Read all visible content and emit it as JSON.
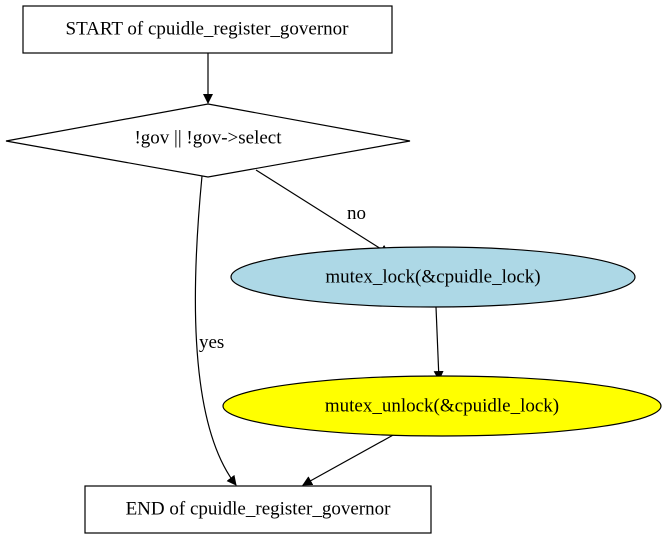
{
  "diagram": {
    "nodes": {
      "start": {
        "label": "START of cpuidle_register_governor",
        "shape": "box"
      },
      "cond": {
        "label": "!gov || !gov->select",
        "shape": "diamond"
      },
      "lock": {
        "label": "mutex_lock(&cpuidle_lock)",
        "shape": "ellipse",
        "fill": "#add8e6"
      },
      "unlock": {
        "label": "mutex_unlock(&cpuidle_lock)",
        "shape": "ellipse",
        "fill": "#ffff00"
      },
      "end": {
        "label": "END of cpuidle_register_governor",
        "shape": "box"
      }
    },
    "edges": {
      "start_to_cond": {
        "from": "start",
        "to": "cond",
        "label": ""
      },
      "cond_to_lock": {
        "from": "cond",
        "to": "lock",
        "label": "no"
      },
      "cond_to_end": {
        "from": "cond",
        "to": "end",
        "label": "yes"
      },
      "lock_to_unlock": {
        "from": "lock",
        "to": "unlock",
        "label": ""
      },
      "unlock_to_end": {
        "from": "unlock",
        "to": "end",
        "label": ""
      }
    }
  }
}
